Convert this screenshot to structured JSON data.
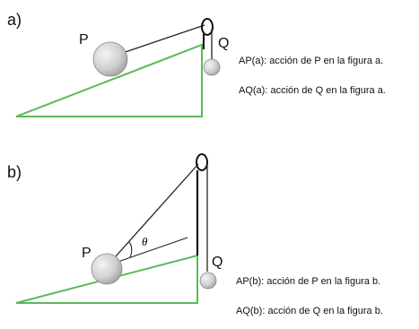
{
  "panel_a": {
    "label": "a)",
    "p_label": "P",
    "q_label": "Q",
    "notes": [
      "AP(a): acción de P en la figura a.",
      "AQ(a): acción de Q en la figura a."
    ]
  },
  "panel_b": {
    "label": "b)",
    "p_label": "P",
    "q_label": "Q",
    "angle_label": "θ",
    "notes": [
      "AP(b): acción de P en la figura b.",
      "AQ(b): acción de Q en la figura b."
    ]
  },
  "colors": {
    "incline": "#5cb85c",
    "rope": "#222222",
    "ball_light": "#f2f2f2",
    "ball_dark": "#9a9a9a"
  }
}
